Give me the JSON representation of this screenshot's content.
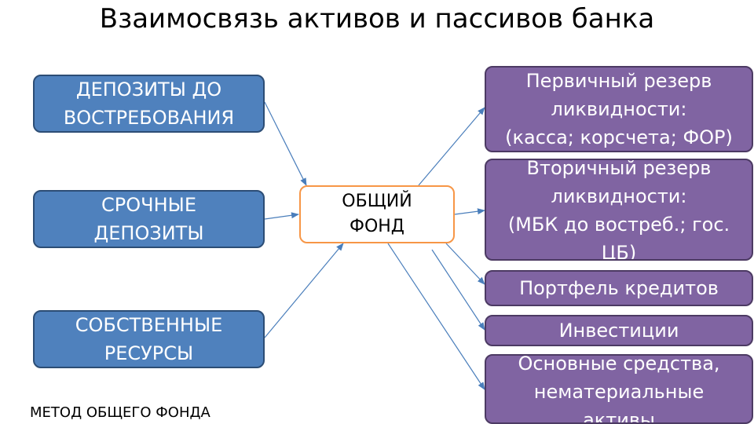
{
  "title": "Взаимосвязь активов и пассивов банка",
  "sources": [
    {
      "lines": [
        "ДЕПОЗИТЫ ДО",
        "ВОСТРЕБОВАНИЯ"
      ]
    },
    {
      "lines": [
        "СРОЧНЫЕ",
        "ДЕПОЗИТЫ"
      ]
    },
    {
      "lines": [
        "СОБСТВЕННЫЕ",
        "РЕСУРСЫ"
      ]
    }
  ],
  "center": {
    "lines": [
      "ОБЩИЙ",
      "ФОНД"
    ]
  },
  "targets": [
    {
      "lines": [
        "Первичный резерв",
        "ликвидности:",
        "(касса; корсчета; ФОР)"
      ]
    },
    {
      "lines": [
        "Вторичный резерв",
        "ликвидности:",
        "(МБК до востреб.;  гос.",
        "ЦБ)"
      ]
    },
    {
      "lines": [
        "Портфель кредитов"
      ]
    },
    {
      "lines": [
        "Инвестиции"
      ]
    },
    {
      "lines": [
        "Основные средства,",
        "нематериальные",
        "активы"
      ]
    }
  ],
  "footer": "МЕТОД ОБЩЕГО ФОНДА",
  "colors": {
    "source_fill": "#4f81bd",
    "target_fill": "#8064a2",
    "center_border": "#f79646",
    "arrow": "#4a7ebb"
  }
}
